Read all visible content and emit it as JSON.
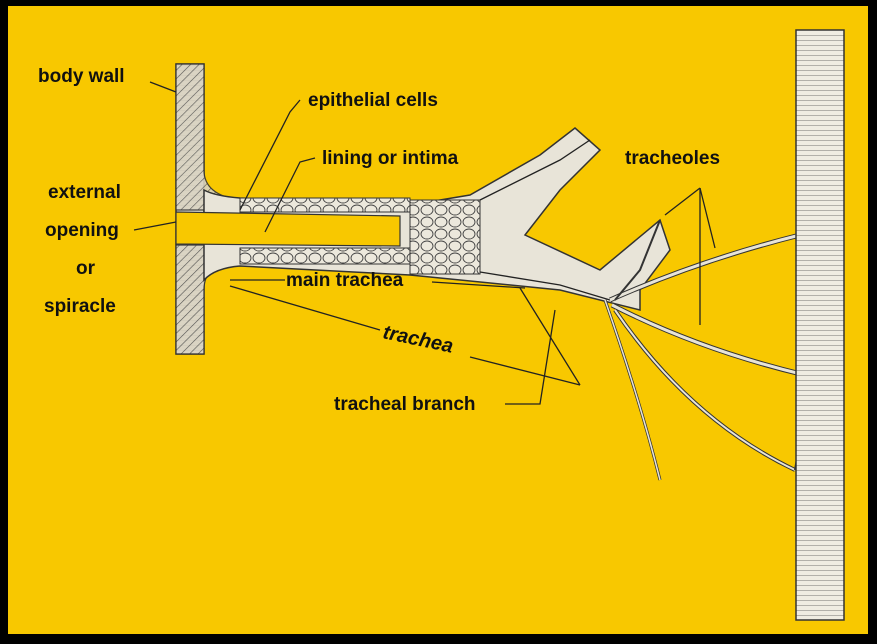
{
  "labels": {
    "body_wall": "body wall",
    "epithelial_cells": "epithelial cells",
    "lining": "lining or intima",
    "external1": "external",
    "external2": "opening",
    "external3": "or",
    "external4": "spiracle",
    "main_trachea": "main trachea",
    "trachea": "trachea",
    "tracheal_branch": "tracheal branch",
    "tracheoles": "tracheoles"
  },
  "colors": {
    "background": "#f8c800",
    "frame": "#000000"
  }
}
